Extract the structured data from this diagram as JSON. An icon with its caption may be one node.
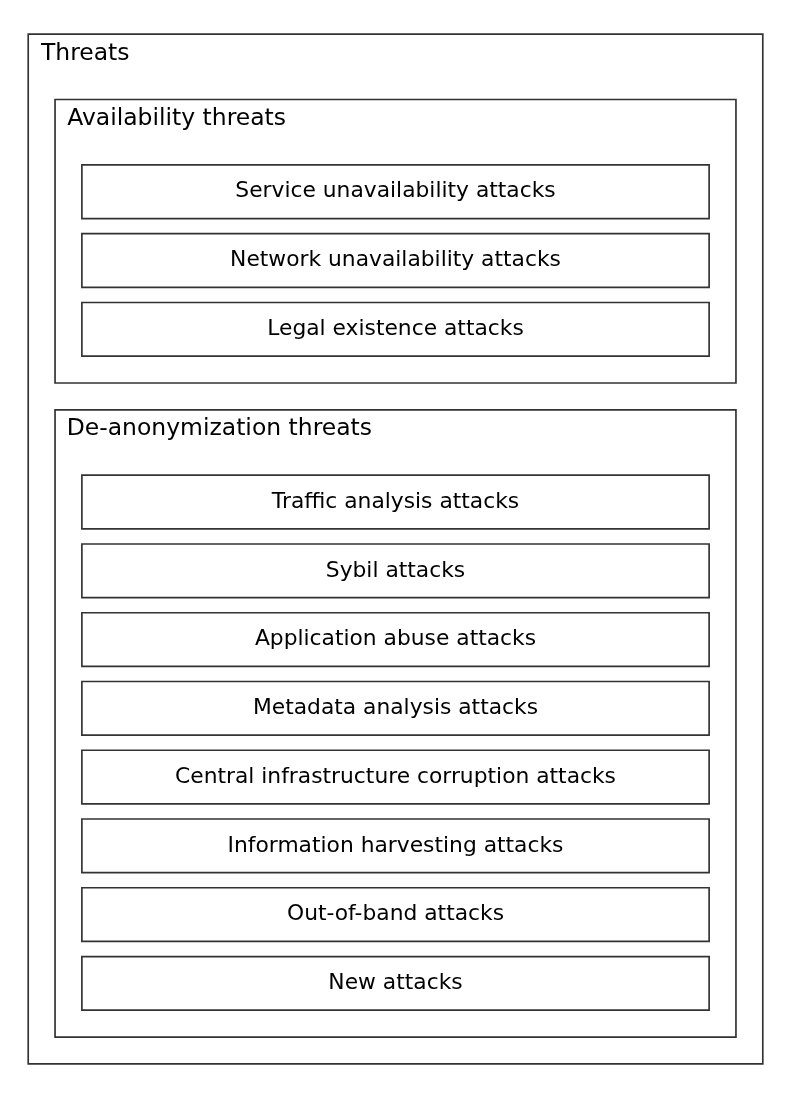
{
  "diagram": {
    "nodes": [
      {
        "text": [
          "Threats"
        ]
      },
      {
        "text": [
          "Availability threats"
        ],
        "in": 0
      },
      {
        "text": [
          "Service unavailability attacks"
        ],
        "in": 1
      },
      {
        "text": [
          "Network unavailability attacks"
        ],
        "in": 1
      },
      {
        "text": [
          "Legal existence attacks"
        ],
        "in": 1
      },
      {
        "text": [
          "De-anonymization threats"
        ],
        "in": 0
      },
      {
        "text": [
          "Traffic analysis attacks"
        ],
        "in": 5
      },
      {
        "text": [
          "Sybil attacks"
        ],
        "in": 5
      },
      {
        "text": [
          "Application abuse attacks"
        ],
        "in": 5
      },
      {
        "text": [
          "Metadata analysis attacks"
        ],
        "in": 5
      },
      {
        "text": [
          "Central infrastructure corruption attacks"
        ],
        "in": 5
      },
      {
        "text": [
          "Information harvesting attacks"
        ],
        "in": 5
      },
      {
        "text": [
          "Out-of-band attacks"
        ],
        "in": 5
      },
      {
        "text": [
          "New attacks"
        ],
        "in": 5
      }
    ],
    "edges": []
  }
}
